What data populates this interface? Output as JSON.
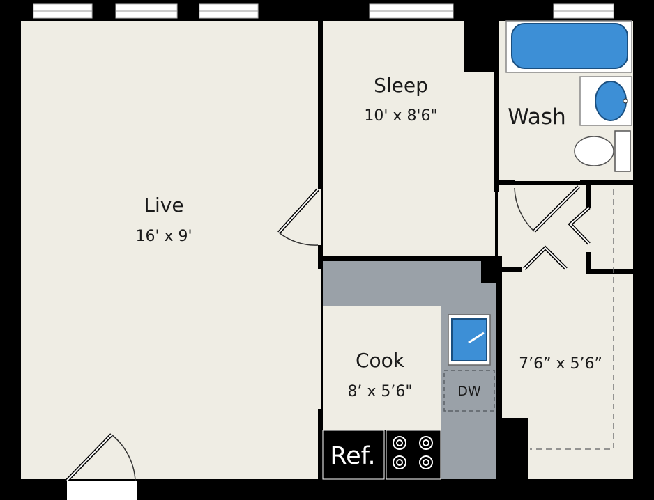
{
  "rooms": {
    "live": {
      "name": "Live",
      "dims": "16' x 9'"
    },
    "sleep": {
      "name": "Sleep",
      "dims": "10' x 8'6\""
    },
    "wash": {
      "name": "Wash"
    },
    "cook": {
      "name": "Cook",
      "dims": "8’ x 5’6\""
    },
    "closet": {
      "dims": "7’6” x 5’6”"
    }
  },
  "fixtures": {
    "ref_label": "Ref.",
    "dw_label": "DW"
  },
  "colors": {
    "wall": "#000000",
    "floor": "#efede4",
    "counter": "#9aa1a8",
    "water": "#4aa8dc",
    "window": "#ffffff"
  }
}
